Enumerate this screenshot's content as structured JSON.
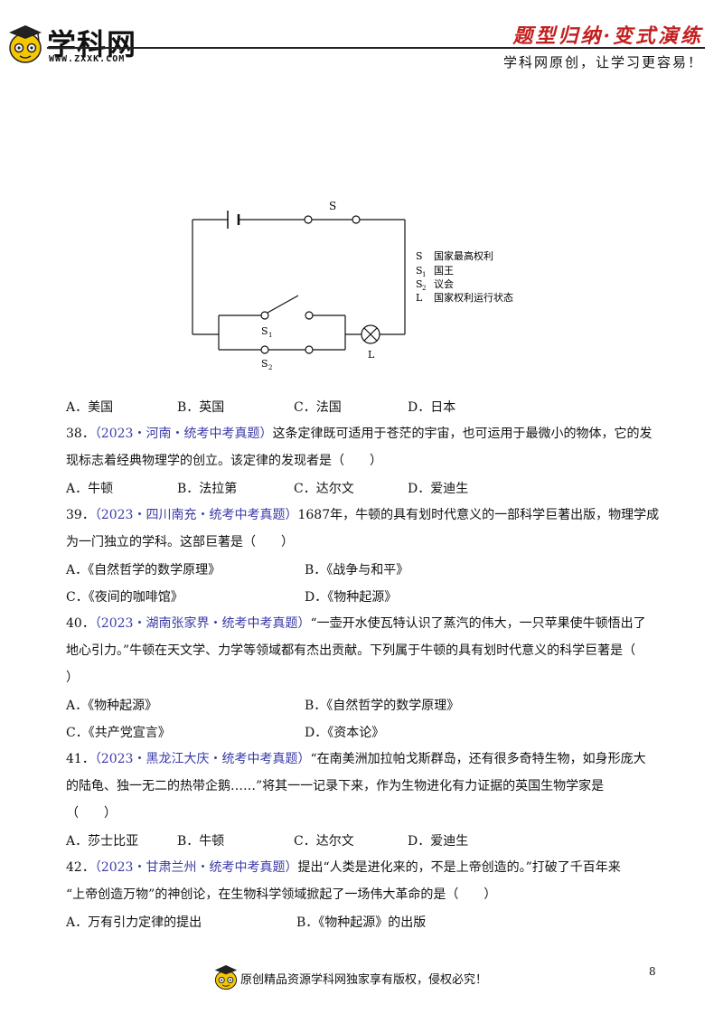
{
  "header": {
    "logo_text": "学科网",
    "logo_url": "WWW.ZXXK.COM",
    "slogan_red": "题型归纳·变式演练",
    "slogan_black": "学科网原创，让学习更容易！"
  },
  "figure": {
    "labels": {
      "S": "S",
      "S1": "S",
      "S1_sub": "1",
      "S2": "S",
      "S2_sub": "2",
      "L": "L"
    },
    "legend": [
      {
        "sym": "S",
        "sub": "",
        "text": "国家最高权利"
      },
      {
        "sym": "S",
        "sub": "1",
        "text": "国王"
      },
      {
        "sym": "S",
        "sub": "2",
        "text": "议会"
      },
      {
        "sym": "L",
        "sub": "",
        "text": "国家权利运行状态"
      }
    ]
  },
  "q37": {
    "A": "A．美国",
    "B": "B．英国",
    "C": "C．法国",
    "D": "D．日本"
  },
  "q38": {
    "num": "38．",
    "source": "（2023・河南・统考中考真题）",
    "line1": "这条定律既可适用于苍茫的宇宙，也可运用于最微小的物体，它的发",
    "line2": "现标志着经典物理学的创立。该定律的发现者是（　　）",
    "A": "A．牛顿",
    "B": "B．法拉第",
    "C": "C．达尔文",
    "D": "D．爱迪生"
  },
  "q39": {
    "num": "39．",
    "source": "（2023・四川南充・统考中考真题）",
    "line1": "1687年，牛顿的具有划时代意义的一部科学巨著出版，物理学成",
    "line2": "为一门独立的学科。这部巨著是（　　）",
    "A": "A．《自然哲学的数学原理》",
    "B": "B．《战争与和平》",
    "C": "C．《夜间的咖啡馆》",
    "D": "D．《物种起源》"
  },
  "q40": {
    "num": "40．",
    "source": "（2023・湖南张家界・统考中考真题）",
    "line1": "“一壶开水使瓦特认识了蒸汽的伟大，一只苹果使牛顿悟出了",
    "line2": "地心引力。”牛顿在天文学、力学等领域都有杰出贡献。下列属于牛顿的具有划时代意义的科学巨著是（",
    "line3": "）",
    "A": "A．《物种起源》",
    "B": "B．《自然哲学的数学原理》",
    "C": "C．《共产党宣言》",
    "D": "D．《资本论》"
  },
  "q41": {
    "num": "41．",
    "source": "（2023・黑龙江大庆・统考中考真题）",
    "line1": "“在南美洲加拉帕戈斯群岛，还有很多奇特生物，如身形庞大",
    "line2": "的陆龟、独一无二的热带企鹅……”将其一一记录下来，作为生物进化有力证据的英国生物学家是",
    "line3": "（　　）",
    "A": "A．莎士比亚",
    "B": "B．牛顿",
    "C": "C．达尔文",
    "D": "D．爱迪生"
  },
  "q42": {
    "num": "42．",
    "source": "（2023・甘肃兰州・统考中考真题）",
    "line1": "提出“人类是进化来的，不是上帝创造的。”打破了千百年来",
    "line2": "“上帝创造万物”的神创论，在生物科学领域掀起了一场伟大革命的是（　　）",
    "A": "A．万有引力定律的提出",
    "B": "B．《物种起源》的出版"
  },
  "footer": {
    "page_number": "8",
    "text": "原创精品资源学科网独家享有版权，侵权必究！"
  }
}
